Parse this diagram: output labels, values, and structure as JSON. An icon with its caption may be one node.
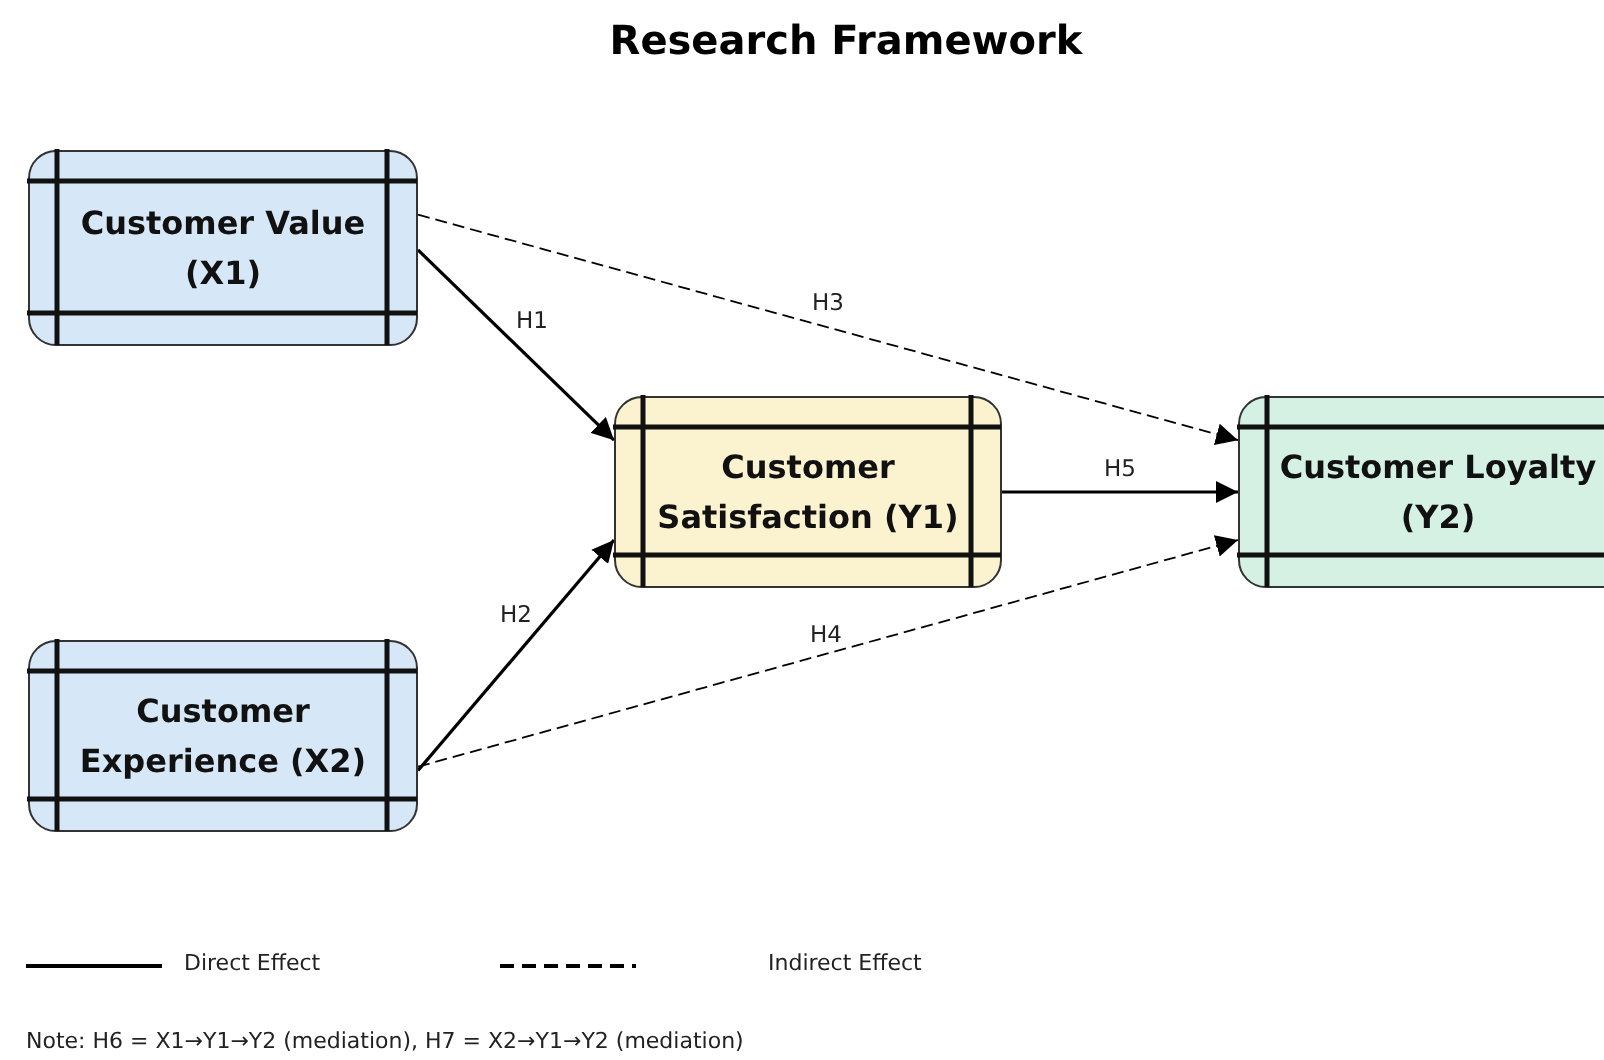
{
  "diagram": {
    "title": "Research Framework",
    "nodes": [
      {
        "text": [
          "Customer Value (X1)"
        ]
      },
      {
        "text": [
          "Customer Satisfaction (Y1)"
        ]
      },
      {
        "text": [
          "Customer Loyalty (Y2)"
        ]
      },
      {
        "text": [
          "Customer Experience (X2)"
        ]
      }
    ],
    "edges": [
      {
        "from": 0,
        "to": 1,
        "arrow": "to",
        "label": "H1"
      },
      {
        "from": 3,
        "to": 1,
        "arrow": "to",
        "label": "H2"
      },
      {
        "from": 0,
        "to": 2,
        "arrow": "to",
        "label": "H3",
        "style": "dashed"
      },
      {
        "from": 3,
        "to": 2,
        "arrow": "to",
        "label": "H4",
        "style": "dashed"
      },
      {
        "from": 1,
        "to": 2,
        "arrow": "to",
        "label": "H5"
      }
    ],
    "labels": [
      "Note: H6 = X1→Y1→Y2 (mediation), H7 = X2→Y1→Y2 (mediation)"
    ],
    "legend": [
      {
        "text": "Direct Effect"
      },
      {
        "text": "Indirect Effect"
      }
    ]
  }
}
